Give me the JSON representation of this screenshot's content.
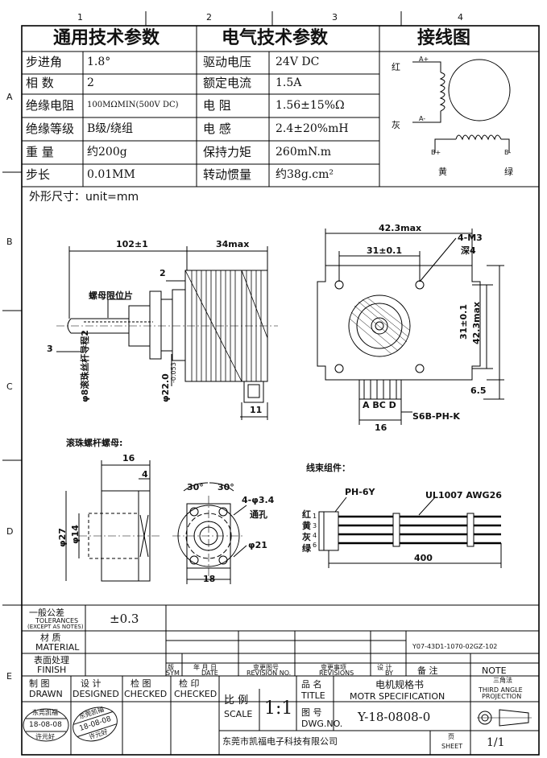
{
  "grid": {
    "columns": [
      "1",
      "2",
      "3",
      "4"
    ],
    "rows": [
      "A",
      "B",
      "C",
      "D",
      "E"
    ]
  },
  "headers": {
    "general": "通用技术参数",
    "electrical": "电气技术参数",
    "wiring": "接线图"
  },
  "general_params": [
    {
      "label": "步进角",
      "value": "1.8°"
    },
    {
      "label": "相 数",
      "value": "2"
    },
    {
      "label": "绝缘电阻",
      "value": "100MΩMIN(500V DC)"
    },
    {
      "label": "绝缘等级",
      "value": "B级/绕组"
    },
    {
      "label": "重 量",
      "value": "约200g"
    },
    {
      "label": "步长",
      "value": "0.01MM"
    }
  ],
  "electrical_params": [
    {
      "label": "驱动电压",
      "value": "24V DC"
    },
    {
      "label": "额定电流",
      "value": "1.5A"
    },
    {
      "label": "电 阻",
      "value": "1.56±15%Ω"
    },
    {
      "label": "电 感",
      "value": "2.4±20%mH"
    },
    {
      "label": "保持力矩",
      "value": "260mN.m"
    },
    {
      "label": "转动惯量",
      "value": "约38g.cm²"
    }
  ],
  "wiring": {
    "red": "红",
    "red_pin": "A+",
    "gray": "灰",
    "gray_pin": "A-",
    "yellow": "黄",
    "yellow_pin": "B+",
    "green": "绿",
    "green_pin": "B-"
  },
  "outline_title": "外形尺寸：unit=mm",
  "side_view": {
    "total_length": "102±1",
    "body_length": "34max",
    "dim_2": "2",
    "nut_label": "螺母限位片",
    "dim_3": "3",
    "screw_label": "φ8滚珠丝杆导程2",
    "shaft_dia": "φ22.0",
    "shaft_tol": "-0.053",
    "connector_w": "11"
  },
  "front_view": {
    "width": "42.3max",
    "hole_spacing": "31±0.1",
    "holes": "4-M3",
    "hole_depth": "深4",
    "v_spacing": "31±0.1",
    "v_width": "42.3max",
    "conn_h": "6.5",
    "pins": "A BC D",
    "conn_w": "16",
    "conn_type": "S6B-PH-K"
  },
  "nut_view": {
    "title": "滚珠螺杆螺母:",
    "len_16": "16",
    "len_4": "4",
    "dia_27": "φ27",
    "dia_14": "φ14",
    "angle_a": "30°",
    "angle_b": "30°",
    "holes": "4-φ3.4",
    "through": "通孔",
    "pcd": "φ21",
    "width": "18"
  },
  "harness": {
    "title": "线束组件：",
    "connector": "PH-6Y",
    "wire": "UL1007 AWG26",
    "length": "400",
    "colors": [
      "红",
      "黄",
      "灰",
      "绿"
    ],
    "pins": [
      "1",
      "3",
      "4",
      "6"
    ]
  },
  "title_block": {
    "tolerance_cn": "一般公差",
    "tolerance_en": "TOLERANCES",
    "tolerance_note": "(EXCEPT AS NOTES)",
    "tolerance_value": "±0.3",
    "material_cn": "材 质",
    "material_en": "MATERIAL",
    "finish_cn": "表面处理",
    "finish_en": "FINISH",
    "part_code": "Y07-43D1-1070-02GZ-102",
    "rev_cols": [
      {
        "cn": "版",
        "en": "SYM"
      },
      {
        "cn": "年 月 日",
        "en": "DATE"
      },
      {
        "cn": "变更图号",
        "en": "REVISION NO."
      },
      {
        "cn": "变更事项",
        "en": "REVISIONS"
      },
      {
        "cn": "设 计",
        "en": "BY"
      },
      {
        "cn": "备 注",
        "en": ""
      },
      {
        "cn": "NOTE",
        "en": ""
      }
    ],
    "drawn_cn": "制 图",
    "drawn_en": "DRAWN",
    "designed_cn": "设 计",
    "designed_en": "DESIGNED",
    "checked1_cn": "检 图",
    "checked1_en": "CHECKED",
    "checked2_cn": "检 印",
    "checked2_en": "CHECKED",
    "scale_cn": "比 例",
    "scale_en": "SCALE",
    "scale_value": "1:1",
    "title_cn": "品 名",
    "title_en": "TITLE",
    "title_value_cn": "电机规格书",
    "title_value_en": "MOTR SPECIFICATION",
    "dwg_cn": "图 号",
    "dwg_en": "DWG.NO.",
    "dwg_value": "Y-18-0808-0",
    "projection_cn": "三角法",
    "projection_en1": "THIRD ANGLE",
    "projection_en2": "PROJECTION",
    "company": "东莞市凯福电子科技有限公司",
    "sheet_cn": "页",
    "sheet_en": "SHEET",
    "sheet_value": "1/1",
    "stamp1_top": "东莞凯福",
    "stamp1_date": "18-08-08",
    "stamp1_bottom": "许元好",
    "stamp2_top": "东莞凯福",
    "stamp2_date": "18-08-08",
    "stamp2_bottom": "许元好"
  }
}
